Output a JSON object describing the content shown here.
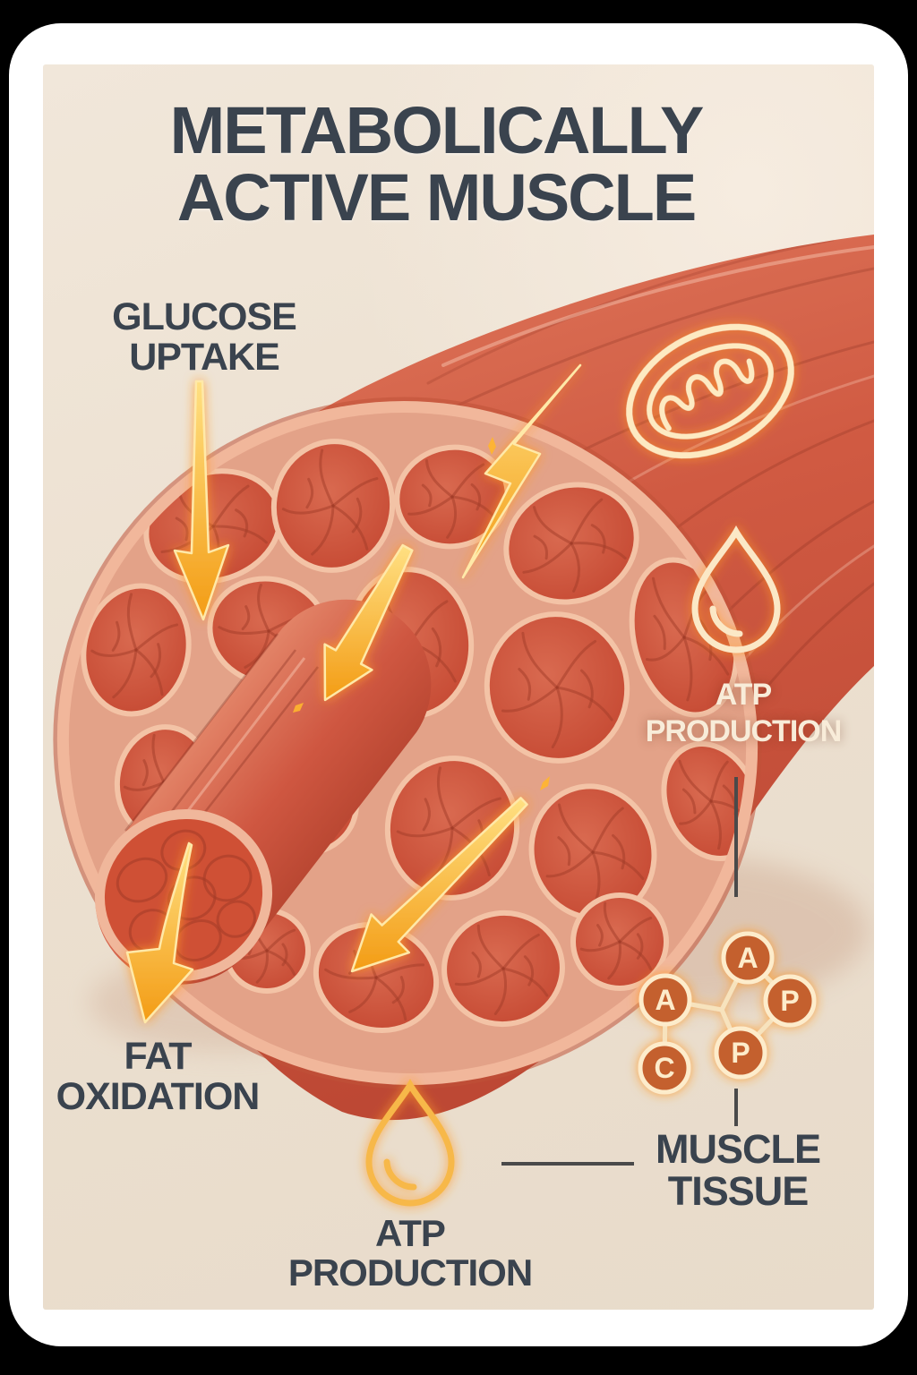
{
  "title": {
    "line1": "METABOLICALLY",
    "line2": "ACTIVE MUSCLE"
  },
  "labels": {
    "glucose_uptake": {
      "line1": "GLUCOSE",
      "line2": "UPTAKE"
    },
    "fat_oxidation": {
      "line1": "FAT",
      "line2": "OXIDATION"
    },
    "atp_production_right": {
      "line1": "ATP",
      "line2": "PRODUCTION"
    },
    "atp_production_bottom": {
      "line1": "ATP",
      "line2": "PRODUCTION"
    },
    "muscle_tissue": {
      "line1": "MUSCLE",
      "line2": "TISSUE"
    }
  },
  "molecule": {
    "name": "ATP molecule",
    "nodes": [
      {
        "letter": "A"
      },
      {
        "letter": "P"
      },
      {
        "letter": "P"
      },
      {
        "letter": "A"
      },
      {
        "letter": "C"
      }
    ]
  },
  "icons": [
    "mitochondria-icon",
    "lightning-bolt-icon",
    "atp-droplet-right-icon",
    "atp-droplet-bottom-icon",
    "atp-molecule-icon",
    "glucose-uptake-arrow-icon",
    "mid-flow-arrow-icon",
    "long-flow-arrow-icon",
    "fat-oxidation-arrow-icon"
  ],
  "colors": {
    "outer_background": "#000000",
    "frame": "#ffffff",
    "canvas_beige": "#ece0d0",
    "title_text": "#3a434e",
    "dark_label_text": "#3a434e",
    "light_label_text": "#f8ecd9",
    "muscle_red": "#cf5741",
    "fascicle_red": "#c94a33",
    "sheath_pink": "#f1b79b",
    "arrow_gold": "#f6a51f",
    "icon_cream": "#fdeac2",
    "icon_glow": "#ff9a28",
    "molecule_node_fill": "#c4602f",
    "leader_line": "#4a4a4a"
  }
}
